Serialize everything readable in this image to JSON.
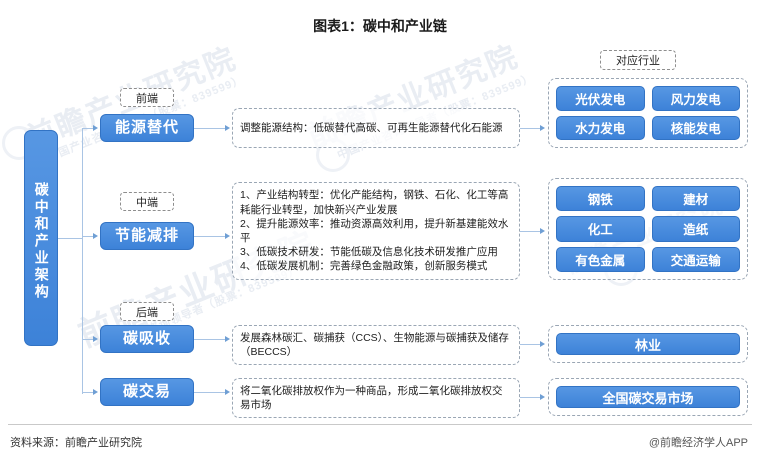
{
  "title": "图表1：碳中和产业链",
  "footer": {
    "source": "资料来源：前瞻产业研究院",
    "app": "@前瞻经济学人APP"
  },
  "watermarks": {
    "main": "前瞻产业研究院",
    "sub": "中国产业咨询领导者（股票：839599）"
  },
  "root": {
    "label": "碳中和产业架构"
  },
  "industry_header": "对应行业",
  "stage_tags": {
    "front": "前端",
    "middle": "中端",
    "back": "后端"
  },
  "rows": [
    {
      "stage": "能源替代",
      "desc": "调整能源结构：低碳替代高碳、可再生能源替代化石能源",
      "industries": [
        "光伏发电",
        "风力发电",
        "水力发电",
        "核能发电"
      ]
    },
    {
      "stage": "节能减排",
      "desc_lines": [
        "1、产业结构转型：优化产能结构，钢铁、石化、化工等高耗能行业转型，加快新兴产业发展",
        "2、提升能源效率：推动资源高效利用，提升新基建能效水平",
        "3、低碳技术研发：节能低碳及信息化技术研发推广应用",
        "4、低碳发展机制：完善绿色金融政策，创新服务模式"
      ],
      "industries": [
        "钢铁",
        "建材",
        "化工",
        "造纸",
        "有色金属",
        "交通运输"
      ]
    },
    {
      "stage": "碳吸收",
      "desc": "发展森林碳汇、碳捕获（CCS）、生物能源与碳捕获及储存（BECCS）",
      "industries": [
        "林业"
      ]
    },
    {
      "stage": "碳交易",
      "desc": "将二氧化碳排放权作为一种商品，形成二氧化碳排放权交易市场",
      "industries": [
        "全国碳交易市场"
      ]
    }
  ],
  "colors": {
    "box_blue": "#4a8ade",
    "box_border": "#3273c4",
    "dashed_gray": "#8e8e8e",
    "connector": "#a9c4e4"
  }
}
